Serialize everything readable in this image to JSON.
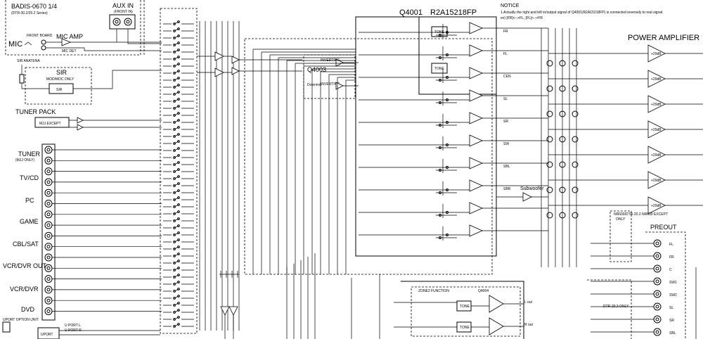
{
  "header": {
    "board_name": "BADIS-0670 1/4",
    "board_series": "(DTR-30.2/20.2 Series)"
  },
  "aux_in": {
    "title": "AUX IN",
    "subtitle": "(FRONT IN)"
  },
  "mic": {
    "label": "MIC",
    "front_board": "FRONT BOARD",
    "amp_title": "MIC AMP",
    "det": "MIC DET"
  },
  "sir": {
    "antenna": "SIR ANATENA",
    "title": "SIR",
    "note": "MOD/MDC ONLY",
    "box_label": "SIR"
  },
  "tuner_pack": {
    "title": "TUNER PACK",
    "box_label": "MJJ EXCEPT"
  },
  "inputs": [
    {
      "label": "TUNER",
      "sub": "(MJJ ONLY)"
    },
    {
      "label": "TV/CD",
      "sub": ""
    },
    {
      "label": "PC",
      "sub": ""
    },
    {
      "label": "GAME",
      "sub": ""
    },
    {
      "label": "CBL/SAT",
      "sub": ""
    },
    {
      "label": "VCR/DVR OUT",
      "sub": ""
    },
    {
      "label": "VCR/DVR",
      "sub": ""
    },
    {
      "label": "DVD",
      "sub": ""
    }
  ],
  "uport": {
    "label": "UPORT OPTION UNIT",
    "box": "UPORT",
    "port_l": "U PORT L",
    "port_r": "U PORT R"
  },
  "q4001": {
    "ref": "Q4001",
    "part": "R2A15218FP"
  },
  "q4003": {
    "ref": "Q4003",
    "inverting": "INVERTING",
    "downmix": "Downmix"
  },
  "notice": {
    "title": "NOTICE",
    "line1": "1.Actually the right and left in/output signal of Q4001(R2A15218FP) is connected reversely to real signal.",
    "line2": "ex) [FR]<-->FL, [FL]<-->FR"
  },
  "tone_label": "TONE",
  "channels": [
    "FR",
    "FL",
    "CEN",
    "SL",
    "SR",
    "SW",
    "SBL",
    "SBR"
  ],
  "power_amp": {
    "title": "POWER AMPLIFIER",
    "gain": "+29dB"
  },
  "subwoofer": {
    "title": "Subwoofer"
  },
  "preout": {
    "title": "PREOUT",
    "note": "NR609/DTR-20.2 NR609 EXCEPT",
    "only": "ONLY",
    "only_note": "DTR-20.3 ONLY",
    "jacks": [
      "FL",
      "FR",
      "C",
      "SW1",
      "SW2",
      "SL",
      "SR",
      "SBL"
    ]
  },
  "zone2": {
    "title": "ZONE2 FUNCTION",
    "ref": "Q4004",
    "lout": "L out",
    "rout": "R out"
  }
}
